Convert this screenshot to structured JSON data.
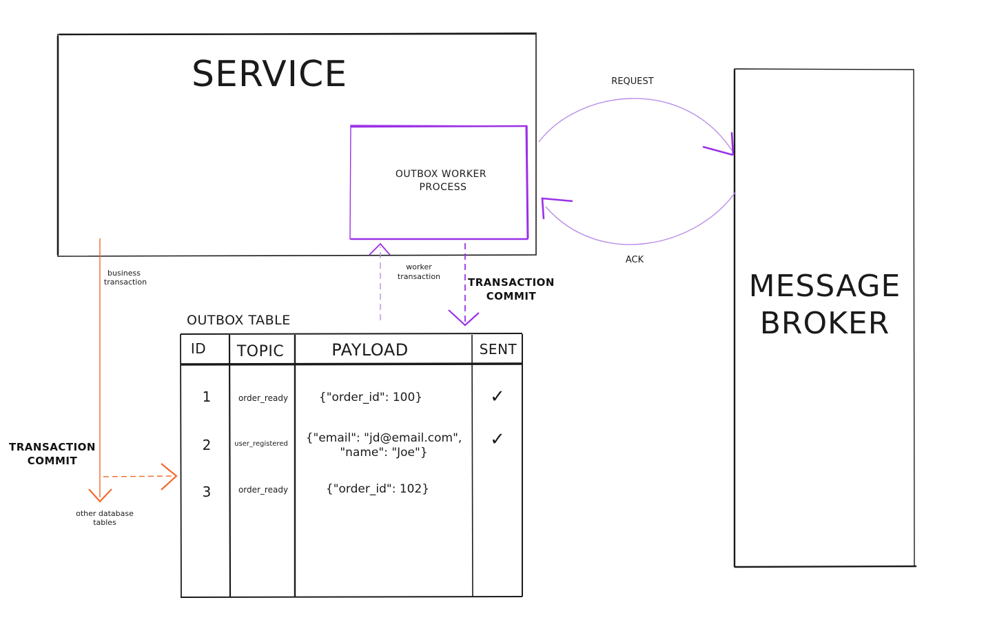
{
  "service": {
    "title": "SERVICE"
  },
  "worker": {
    "line1": "OUTBOX WORKER",
    "line2": "PROCESS"
  },
  "broker": {
    "line1": "MESSAGE",
    "line2": "BROKER"
  },
  "labels": {
    "request": "REQUEST",
    "ack": "ACK",
    "business_transaction_1": "business",
    "business_transaction_2": "transaction",
    "worker_transaction_1": "worker",
    "worker_transaction_2": "transaction",
    "commit_right_1": "TRANSACTION",
    "commit_right_2": "COMMIT",
    "commit_left_1": "TRANSACTION",
    "commit_left_2": "COMMIT",
    "other_tables_1": "other database",
    "other_tables_2": "tables"
  },
  "table": {
    "title": "OUTBOX TABLE",
    "headers": [
      "ID",
      "TOPIC",
      "PAYLOAD",
      "SENT"
    ],
    "rows": [
      {
        "id": "1",
        "topic": "order_ready",
        "payload_1": "{\"order_id\": 100}",
        "payload_2": "",
        "sent": "✓"
      },
      {
        "id": "2",
        "topic": "user_registered",
        "payload_1": "{\"email\": \"jd@email.com\",",
        "payload_2": "\"name\": \"Joe\"}",
        "sent": "✓"
      },
      {
        "id": "3",
        "topic": "order_ready",
        "payload_1": "{\"order_id\": 102}",
        "payload_2": "",
        "sent": ""
      }
    ]
  },
  "colors": {
    "ink": "#1a1a1a",
    "purple": "#9b30e6",
    "purple_light": "#b98be8",
    "orange": "#f26a2c"
  }
}
